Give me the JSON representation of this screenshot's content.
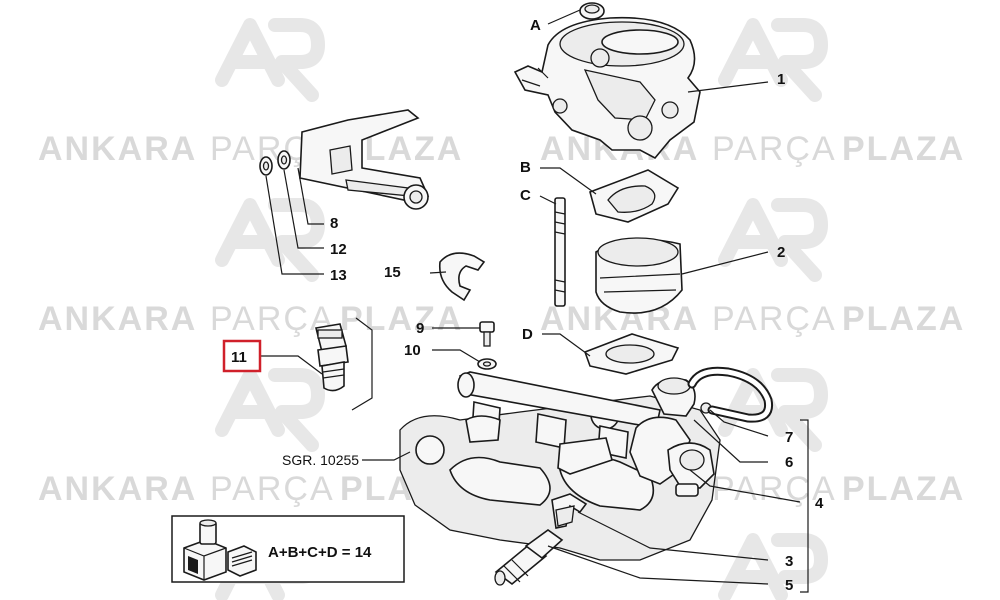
{
  "watermark": {
    "brand_a": "ANKARA",
    "brand_b": "PARÇA",
    "brand_c": "PLAZA"
  },
  "callouts": {
    "A": "A",
    "B": "B",
    "C": "C",
    "D": "D",
    "n1": "1",
    "n2": "2",
    "n3": "3",
    "n4": "4",
    "n5": "5",
    "n6": "6",
    "n7": "7",
    "n8": "8",
    "n9": "9",
    "n10": "10",
    "n11": "11",
    "n12": "12",
    "n13": "13",
    "n15": "15"
  },
  "reference": "SGR. 10255",
  "legend": {
    "formula": "A+B+C+D = 14"
  },
  "colors": {
    "highlight": "#d0202a",
    "ink": "#1a1a1a",
    "watermark": "#d9d9d9"
  }
}
